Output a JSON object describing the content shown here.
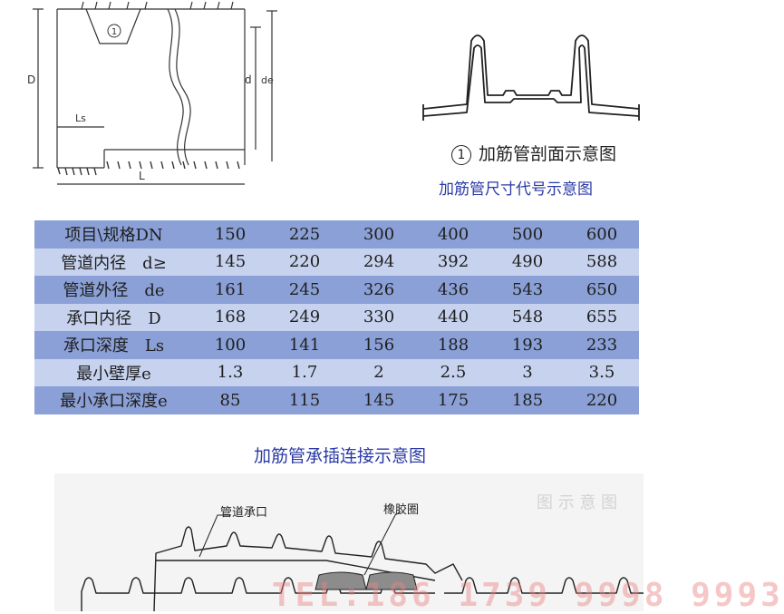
{
  "pipe_drawing": {
    "label_D": "D",
    "label_d": "d",
    "label_de": "de",
    "label_Ls": "Ls",
    "label_L": "L",
    "label_marker": "1"
  },
  "rib_section": {
    "marker": "1",
    "caption": "加筋管剖面示意图"
  },
  "size_caption": "加筋管尺寸代号示意图",
  "table": {
    "rows": [
      {
        "label": "项目\\规格DN",
        "values": [
          "150",
          "225",
          "300",
          "400",
          "500",
          "600"
        ]
      },
      {
        "label": "管道内径　d≥",
        "values": [
          "145",
          "220",
          "294",
          "392",
          "490",
          "588"
        ]
      },
      {
        "label": "管道外径　de",
        "values": [
          "161",
          "245",
          "326",
          "436",
          "543",
          "650"
        ]
      },
      {
        "label": "承口内径　D",
        "values": [
          "168",
          "249",
          "330",
          "440",
          "548",
          "655"
        ]
      },
      {
        "label": "承口深度　Ls",
        "values": [
          "100",
          "141",
          "156",
          "188",
          "193",
          "233"
        ]
      },
      {
        "label": "最小壁厚e",
        "values": [
          "1.3",
          "1.7",
          "2",
          "2.5",
          "3",
          "3.5"
        ]
      },
      {
        "label": "最小承口深度e",
        "values": [
          "85",
          "115",
          "145",
          "175",
          "185",
          "220"
        ]
      }
    ]
  },
  "joint_caption": "加筋管承插连接示意图",
  "joint_labels": {
    "socket": "管道承口",
    "rubber_ring": "橡胶圈"
  },
  "watermark": "TEL:186 1739 9998 9993",
  "watermark_side": "图 示 意 图"
}
